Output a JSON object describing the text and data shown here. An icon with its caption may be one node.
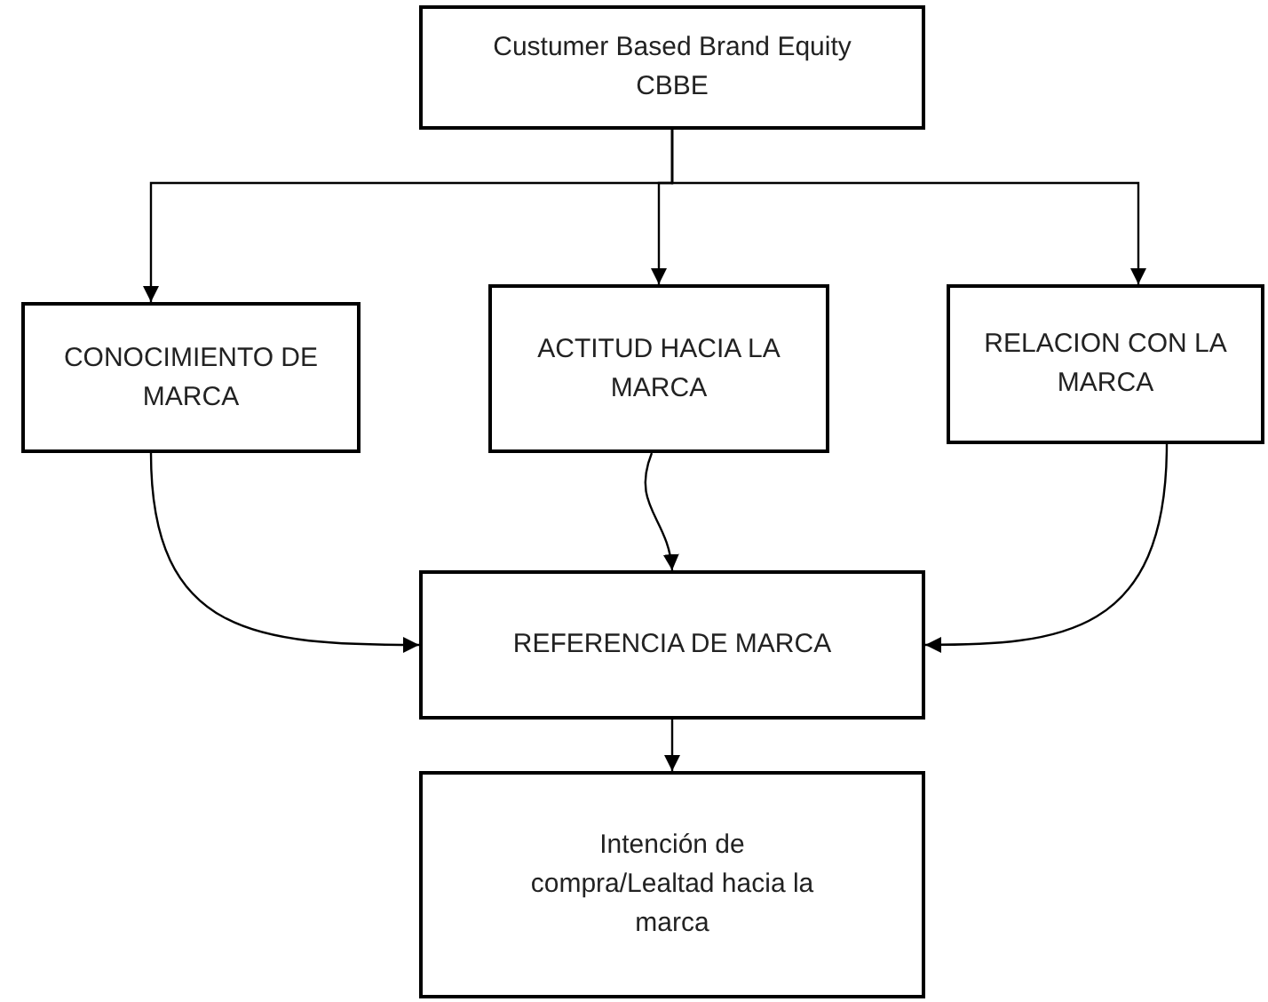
{
  "diagram": {
    "nodes": [
      {
        "text": [
          "Custumer Based Brand Equity CBBE"
        ]
      },
      {
        "text": [
          "CONOCIMIENTO DE MARCA"
        ]
      },
      {
        "text": [
          "ACTITUD HACIA LA MARCA"
        ]
      },
      {
        "text": [
          "RELACION CON LA MARCA"
        ]
      },
      {
        "text": [
          "REFERENCIA DE MARCA"
        ]
      },
      {
        "text": [
          "Intención de compra/Lealtad hacia la marca"
        ]
      }
    ],
    "edges": [
      {
        "from": 0,
        "to": 1,
        "arrow": "to"
      },
      {
        "from": 0,
        "to": 2,
        "arrow": "to"
      },
      {
        "from": 0,
        "to": 3,
        "arrow": "to"
      },
      {
        "from": 1,
        "to": 4,
        "arrow": "to"
      },
      {
        "from": 2,
        "to": 4,
        "arrow": "to"
      },
      {
        "from": 3,
        "to": 4,
        "arrow": "to"
      },
      {
        "from": 4,
        "to": 5,
        "arrow": "to"
      }
    ]
  }
}
